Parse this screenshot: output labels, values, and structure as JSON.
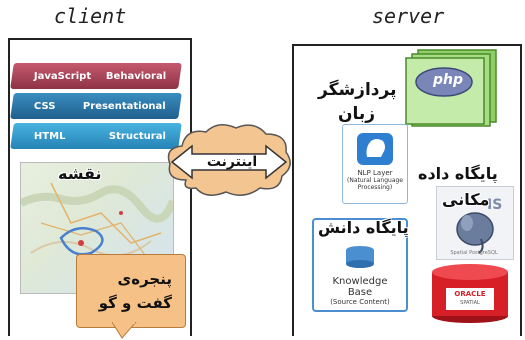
{
  "headers": {
    "client": "client",
    "server": "server"
  },
  "client": {
    "layers": [
      {
        "left": "JavaScript",
        "right": "Behavioral"
      },
      {
        "left": "CSS",
        "right": "Presentational"
      },
      {
        "left": "HTML",
        "right": "Structural"
      }
    ],
    "map_label": "نقشه",
    "chat_line1": "پنجره‌ی",
    "chat_line2": "گفت و گو"
  },
  "internet_label": "اینترنت",
  "server": {
    "php_label": "php",
    "nlp_title_line1": "پردازشگر",
    "nlp_title_line2": "زبان",
    "nlp_card_line1": "NLP Layer",
    "nlp_card_line2": "(Natural Language",
    "nlp_card_line3": "Processing)",
    "db_label_line1": "پایگاه داده",
    "db_label_line2": "مکانی",
    "kb_title": "پایگاه دانش",
    "kb_line1": "Knowledge",
    "kb_line2": "Base",
    "kb_line3": "(Source Content)",
    "postgis_caption": "Spatial PostgreSQL",
    "oracle_line1": "ORACLE",
    "oracle_line2": "SPATIAL"
  },
  "colors": {
    "js": "#8e3247",
    "css": "#1f5f8c",
    "html": "#2583b5",
    "callout": "#f6c186",
    "cloud": "#f3c590",
    "oracle": "#d61f26"
  }
}
